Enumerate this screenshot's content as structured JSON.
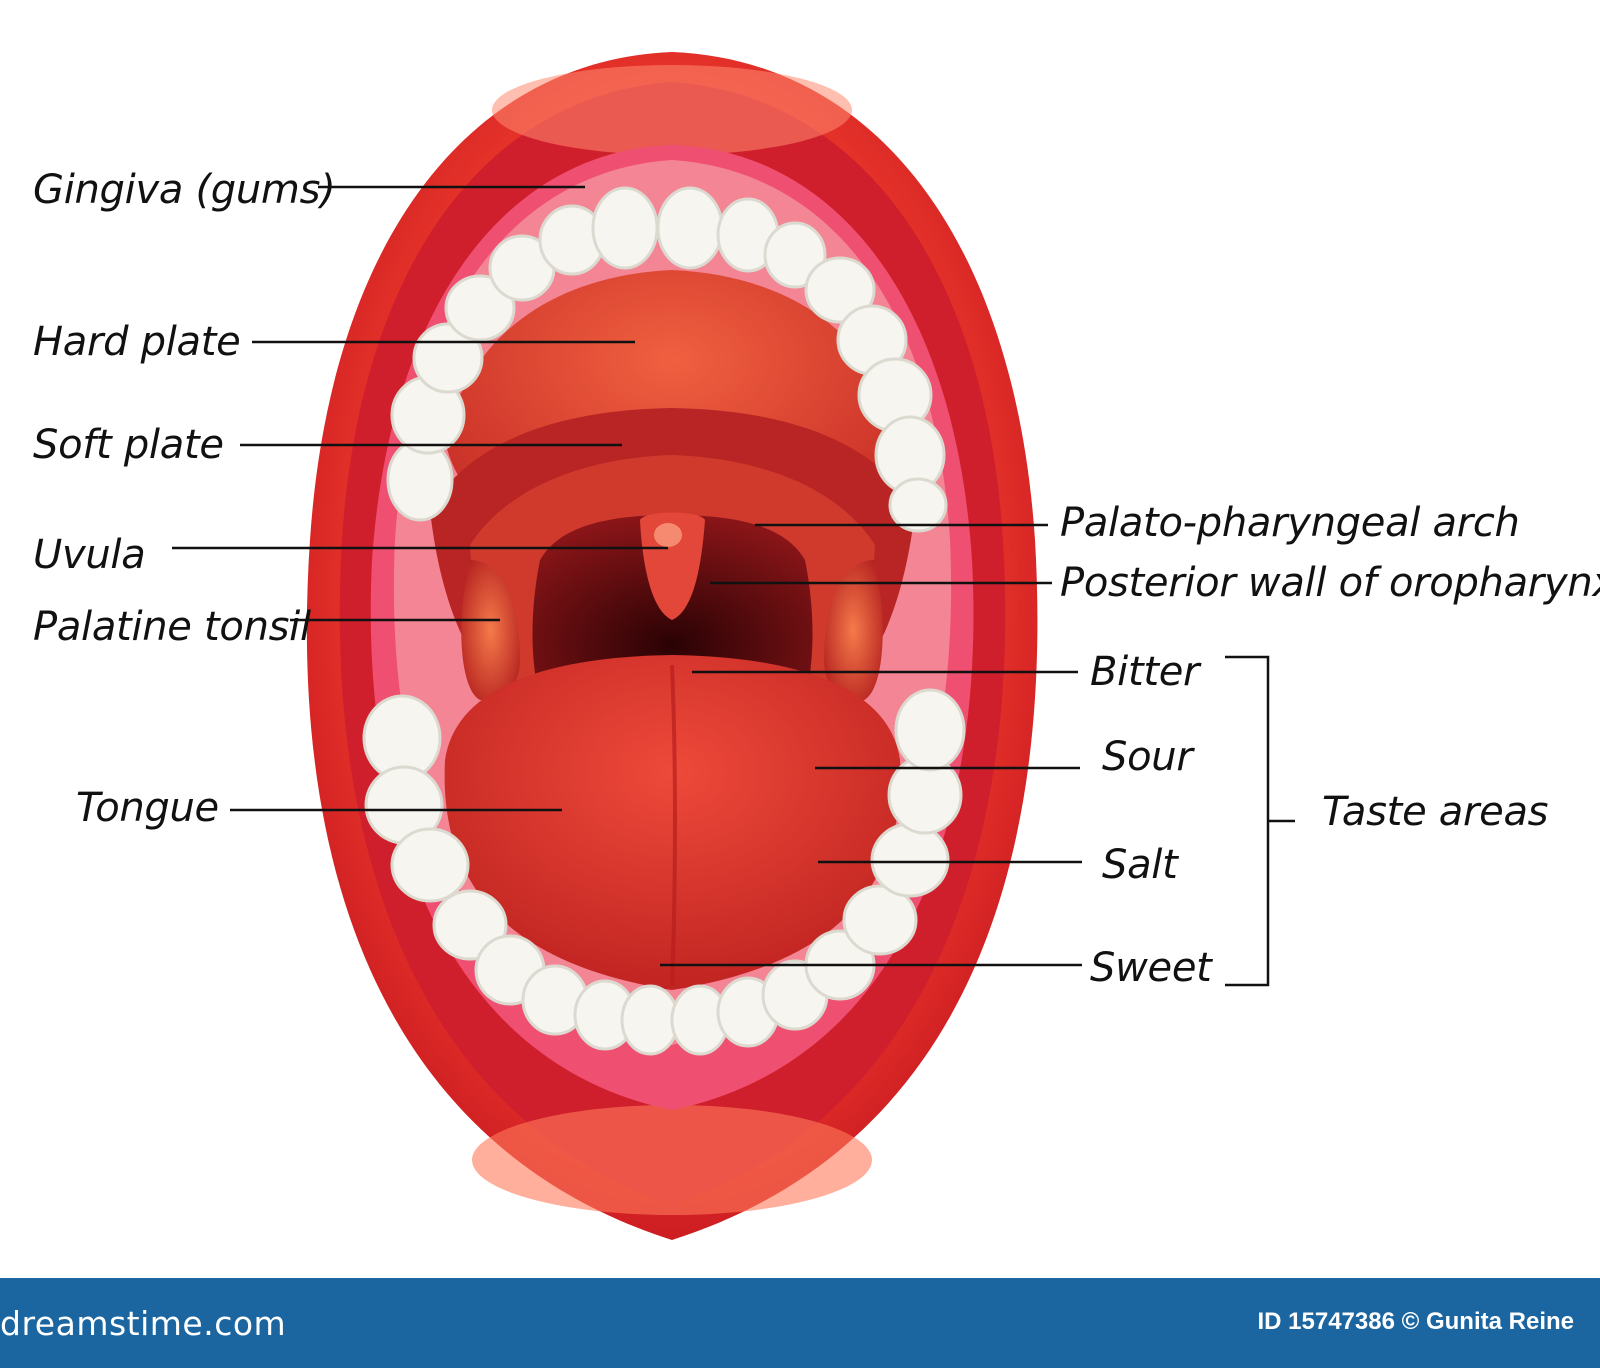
{
  "labels": {
    "gingiva": "Gingiva (gums)",
    "hard_plate": "Hard plate",
    "soft_plate": "Soft plate",
    "uvula": "Uvula",
    "palatine_tonsil": "Palatine tonsil",
    "tongue": "Tongue",
    "palato_pharyngeal_arch": "Palato-pharyngeal arch",
    "posterior_wall": "Posterior wall of oropharynx",
    "bitter": "Bitter",
    "sour": "Sour",
    "salt": "Salt",
    "sweet": "Sweet",
    "taste_areas": "Taste areas"
  },
  "footer": {
    "site": "dreamstime.com",
    "credit": "ID 15747386 © Gunita Reine"
  },
  "watermark": "dreamstime",
  "colors": {
    "lip": "#d8202f",
    "gum": "#f07a8a",
    "inner_pink": "#ef4f70",
    "palate": "#d93a2a",
    "throat": "#5a0a0c",
    "tongue": "#d8312a",
    "tooth": "#f6f5ef",
    "footer_bg": "#1b66a0"
  }
}
